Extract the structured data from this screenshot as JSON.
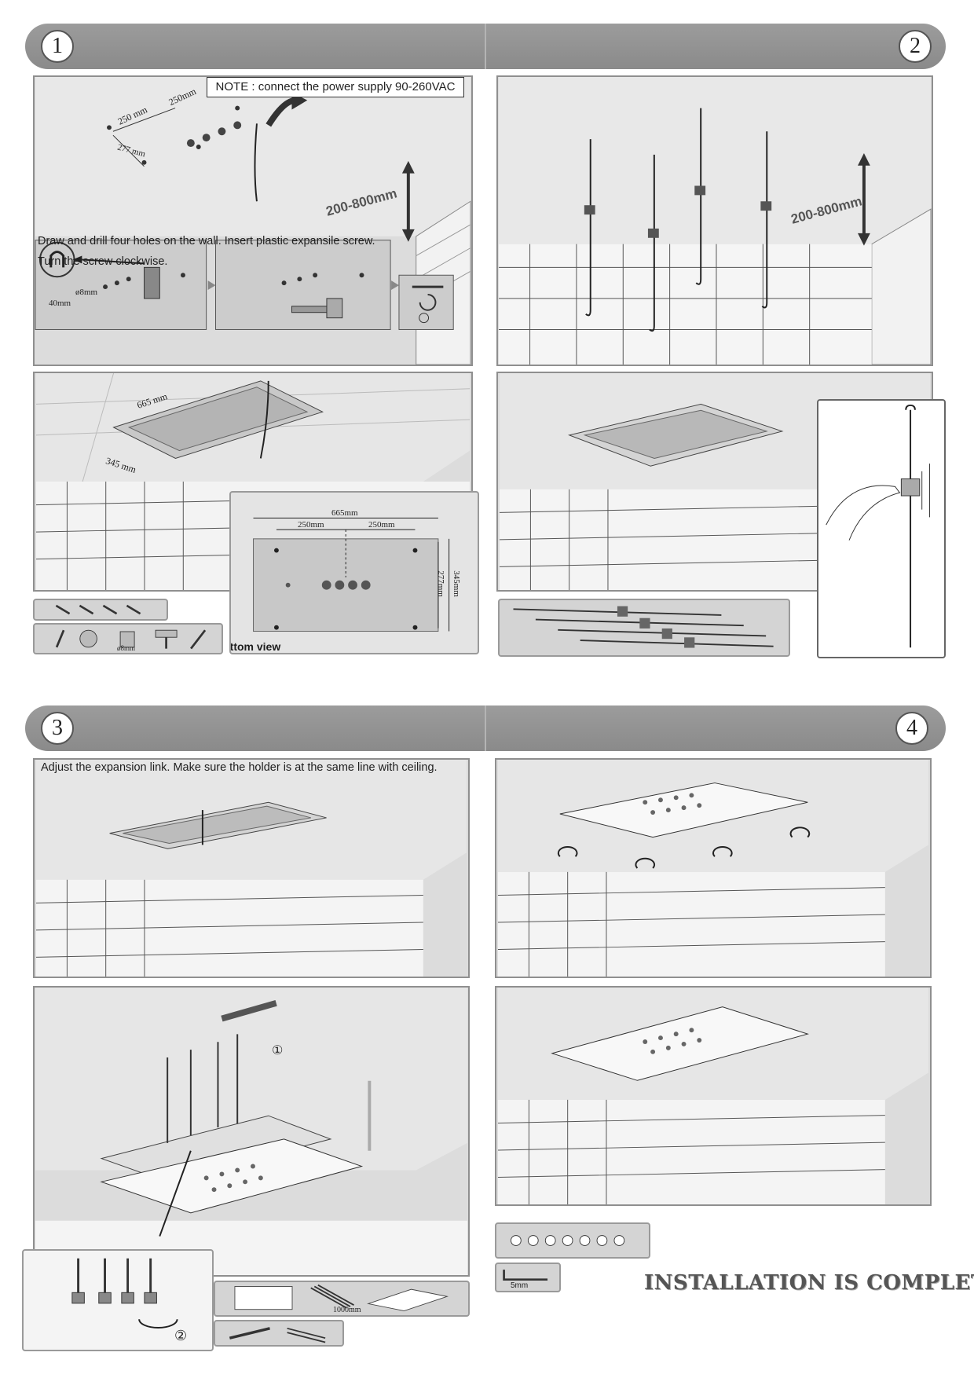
{
  "steps": [
    {
      "left": "1",
      "right": "2"
    },
    {
      "left": "3",
      "right": "4"
    }
  ],
  "step1": {
    "note": "NOTE : connect the power supply 90-260VAC",
    "drill_instruction": "Draw and drill four holes on the wall.  Insert plastic expansile screw.",
    "screw_instruction": "Turn the screw clockwise.",
    "height_range": "200-800mm",
    "dim_250a": "250 mm",
    "dim_250b": "250mm",
    "dim_277": "277 mm",
    "drill_size": "ø8mm",
    "depth": "40mm",
    "frame_width": "665 mm",
    "frame_depth": "345 mm",
    "bottom_view": {
      "label": "Bottom view",
      "width": "665mm",
      "left_spacing": "250mm",
      "right_spacing": "250mm",
      "inner_height": "277mm",
      "outer_height": "345mm"
    },
    "tool_drill_size": "ø8mm"
  },
  "step2": {
    "height_range": "200-800mm"
  },
  "step3": {
    "instruction": "Adjust the expansion link. Make sure the holder is at the same line with ceiling.",
    "marker_1": "①",
    "marker_2": "②",
    "hose_length": "1000mm"
  },
  "step4": {
    "allen_key": "5mm",
    "complete": "INSTALLATION IS COMPLETE"
  }
}
